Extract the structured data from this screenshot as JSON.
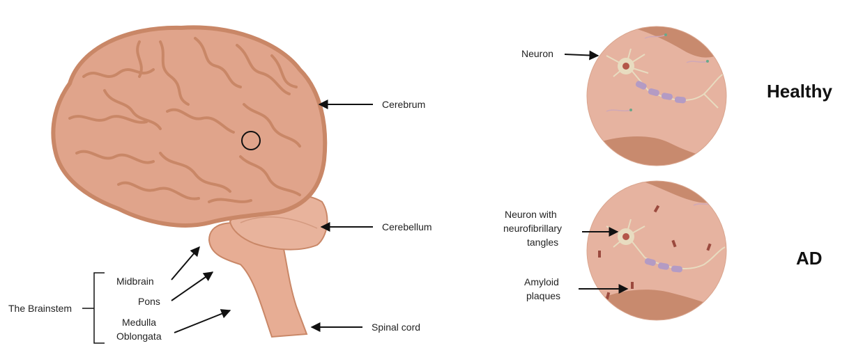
{
  "labels": {
    "cerebrum": "Cerebrum",
    "cerebellum": "Cerebellum",
    "spinal_cord": "Spinal cord",
    "brainstem": "The Brainstem",
    "midbrain": "Midbrain",
    "pons": "Pons",
    "medulla_line1": "Medulla",
    "medulla_line2": "Oblongata",
    "neuron": "Neuron",
    "neuron_tangles_line1": "Neuron with",
    "neuron_tangles_line2": "neurofibrillary",
    "neuron_tangles_line3": "tangles",
    "amyloid_line1": "Amyloid",
    "amyloid_line2": "plaques",
    "healthy": "Healthy",
    "ad": "AD"
  },
  "colors": {
    "brain_fill": "#e0a48b",
    "brain_outline": "#c98767",
    "cerebellum_fill": "#e8b39c",
    "stem_fill": "#e7ad94",
    "tissue_light": "#e6b3a0",
    "tissue_dark": "#c88a6e",
    "neuron_body": "#e8dcc0",
    "nucleus": "#b4574a",
    "myelin": "#b49bc4",
    "plaque": "#9b4a3e"
  }
}
